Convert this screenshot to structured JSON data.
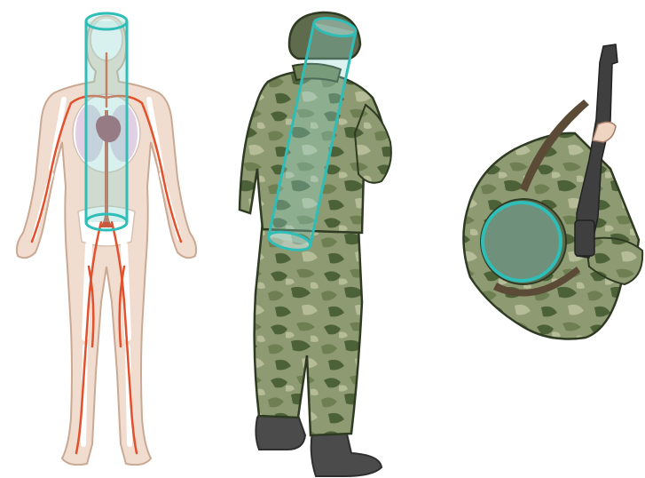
{
  "figure": {
    "panels": [
      {
        "subject": "anatomical-front-view",
        "overlay": "cylinder"
      },
      {
        "subject": "soldier-back-view",
        "overlay": "cylinder"
      },
      {
        "subject": "soldier-top-view",
        "overlay": "circle"
      }
    ]
  },
  "colors": {
    "skin_fill": "#f1ddd0",
    "skin_stroke": "#caa993",
    "bone": "#ffffff",
    "artery": "#e2502c",
    "heart": "#9a4a5c",
    "lung": "#d9c3dc",
    "aorta": "#c5583f",
    "cylinder_stroke": "#2fbdb8",
    "cylinder_fill": "#8fd7cf",
    "camo_base": "#8e9b72",
    "camo_dark": "#4d6138",
    "camo_mid": "#6e7f52",
    "camo_light": "#b6bb98",
    "helmet": "#5f6b4d",
    "boot": "#4a4b4a",
    "rifle": "#3e3f3e",
    "hand": "#f0d4c2"
  }
}
